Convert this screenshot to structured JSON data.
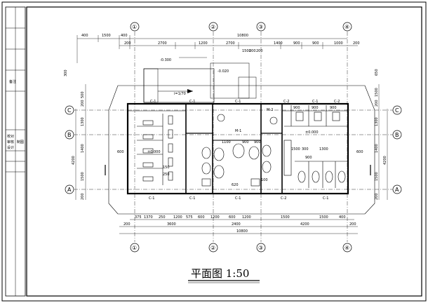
{
  "drawing": {
    "title": "平面图 1:50"
  },
  "axes": {
    "vertical": [
      "①",
      "②",
      "③",
      "④"
    ],
    "horizontal": [
      "C",
      "B",
      "A"
    ]
  },
  "dims": {
    "top_row1": [
      "400",
      "1500",
      "400",
      "10800"
    ],
    "top_row2": [
      "200",
      "2700",
      "1200",
      "2700",
      "1400",
      "900",
      "900",
      "1000",
      "200"
    ],
    "top_small": [
      "1500",
      "200",
      "200"
    ],
    "bottom_row1": [
      "375",
      "1370",
      "250",
      "1200",
      "575",
      "600",
      "1200",
      "600",
      "1200",
      "1500",
      "1500",
      "400"
    ],
    "bottom_row2": [
      "200",
      "3600",
      "2400",
      "4200",
      "200"
    ],
    "bottom_total": "10800",
    "left": [
      "500",
      "300",
      "200",
      "4200",
      "1400",
      "1300",
      "1500",
      "200"
    ],
    "right": [
      "1500",
      "650",
      "200",
      "1300",
      "1400",
      "1500",
      "4200",
      "200"
    ],
    "inner_left": "600",
    "inner_right": "600",
    "level_top": "-0.300",
    "level_mid": "-0.020",
    "slope": "i=1/70",
    "level_room_left": "±0.000",
    "level_room_right": "±0.000",
    "small_dims": [
      "1100",
      "900",
      "900",
      "1500",
      "300",
      "1300",
      "900",
      "900",
      "900",
      "900",
      "150",
      "250",
      "100",
      "620"
    ]
  },
  "labels": {
    "windows_top": [
      "C-1",
      "C-1",
      "C-1",
      "C-2",
      "C-1",
      "C-2"
    ],
    "windows_bottom": [
      "C-1",
      "C-1",
      "C-1",
      "C-2",
      "C-1"
    ],
    "door_m": "M-1",
    "door_m2": "M-2"
  },
  "title_block": {
    "cells": [
      "备注",
      "校对",
      "审核",
      "设计",
      "制图"
    ]
  }
}
